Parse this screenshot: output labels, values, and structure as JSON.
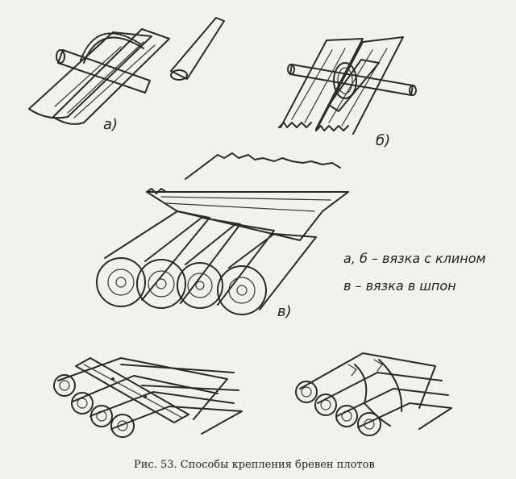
{
  "labels": {
    "a": "а)",
    "b": "б)",
    "v": "в)"
  },
  "legend": {
    "line1": "а, б – вязка с клином",
    "line2": "в – вязка в шпон"
  },
  "caption": "Рис. 53. Способы крепления бревен плотов"
}
